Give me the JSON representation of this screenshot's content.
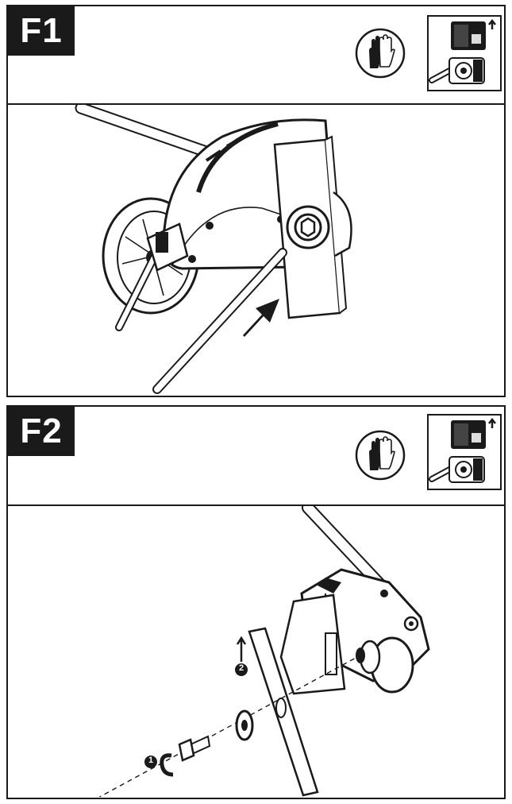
{
  "panels": [
    {
      "label": "F1",
      "icons": [
        "gloves-icon",
        "battery-removal-icon"
      ]
    },
    {
      "label": "F2",
      "icons": [
        "gloves-icon",
        "battery-removal-icon"
      ],
      "steps": [
        "1",
        "2"
      ]
    }
  ],
  "colors": {
    "ink": "#1a1a1a",
    "paper": "#ffffff"
  }
}
